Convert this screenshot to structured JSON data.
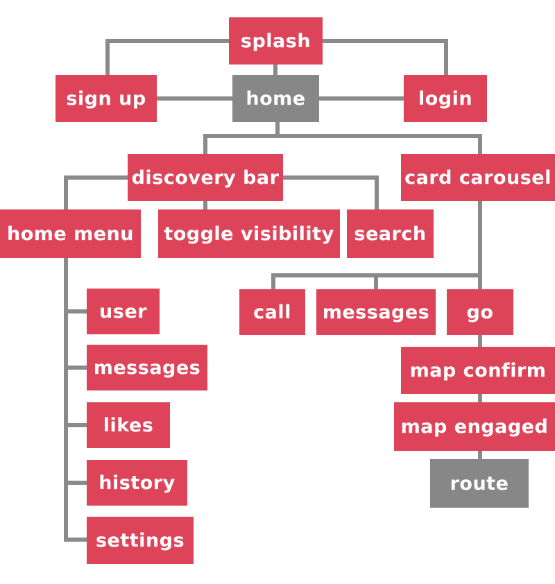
{
  "colors": {
    "screen": "#dd4459",
    "current": "#878787",
    "line": "#8a8a8a",
    "text": "#ffffff"
  },
  "nodes": {
    "splash": "splash",
    "sign_up": "sign up",
    "home": "home",
    "login": "login",
    "discovery_bar": "discovery bar",
    "card_carousel": "card carousel",
    "home_menu": "home menu",
    "toggle_visibility": "toggle visibility",
    "search": "search",
    "call": "call",
    "messages_card": "messages",
    "go": "go",
    "user": "user",
    "messages_menu": "messages",
    "likes": "likes",
    "history": "history",
    "settings": "settings",
    "map_confirm": "map confirm",
    "map_engaged": "map engaged",
    "route": "route"
  }
}
